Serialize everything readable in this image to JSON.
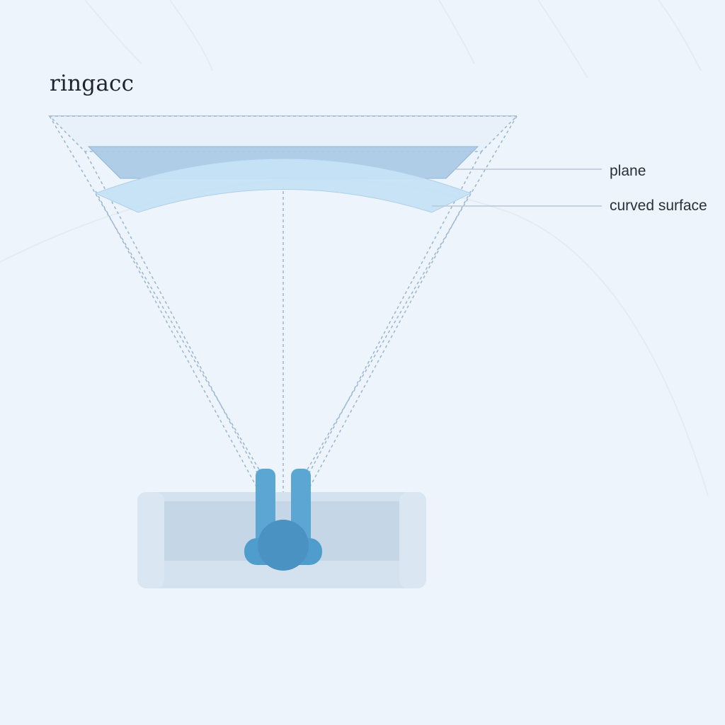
{
  "brand": {
    "logo_text": "ringacc"
  },
  "diagram": {
    "labels": {
      "plane": "plane",
      "curved_surface": "curved surface"
    },
    "colors": {
      "background": "#eef4fb",
      "plane_fill": "#a9c9e6",
      "curved_fill": "#c5e2f6",
      "viewer": "#5ba6d3",
      "sofa": "#cddceb",
      "dashed_line": "#9db8d2",
      "leader_line": "#b9c7d6"
    }
  }
}
